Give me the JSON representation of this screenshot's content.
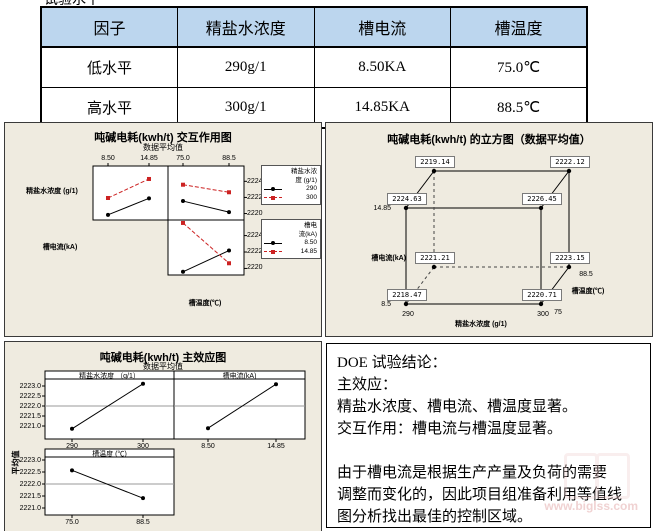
{
  "page": {
    "clipped_heading": "试验水平"
  },
  "factor_table": {
    "headers": [
      "因子",
      "精盐水浓度",
      "槽电流",
      "槽温度"
    ],
    "rows": [
      [
        "低水平",
        "290g/1",
        "8.50KA",
        "75.0℃"
      ],
      [
        "高水平",
        "300g/1",
        "14.85KA",
        "88.5℃"
      ]
    ],
    "header_bg": "#bcd6ee"
  },
  "chart_data": [
    {
      "id": "interaction",
      "type": "line",
      "title": "吨碱电耗(kwh/t)  交互作用图",
      "subtitle": "数据平均值",
      "ylim": [
        2219.2,
        2225.9
      ],
      "yticks": [
        "2224",
        "2222",
        "2220"
      ],
      "row_labels": [
        "精盐水浓度 (g/1)",
        "槽电流(kA)"
      ],
      "bottom_label": "槽温度(℃)",
      "panels": [
        {
          "row": 0,
          "col": 0,
          "xticks": [
            "8.50",
            "14.85"
          ],
          "series": [
            {
              "name": "290",
              "color": "black",
              "dashed": false,
              "values": [
                2219.84,
                2221.89
              ]
            },
            {
              "name": "300",
              "color": "red",
              "dashed": true,
              "values": [
                2221.93,
                2224.29
              ]
            }
          ]
        },
        {
          "row": 0,
          "col": 1,
          "xticks": [
            "75.0",
            "88.5"
          ],
          "series": [
            {
              "name": "290",
              "color": "black",
              "dashed": false,
              "values": [
                2221.55,
                2220.18
              ]
            },
            {
              "name": "300",
              "color": "red",
              "dashed": true,
              "values": [
                2223.58,
                2222.64
              ]
            }
          ]
        },
        {
          "row": 1,
          "col": 1,
          "xticks": [
            "75.0",
            "88.5"
          ],
          "series": [
            {
              "name": "8.50",
              "color": "black",
              "dashed": false,
              "values": [
                2219.59,
                2222.18
              ]
            },
            {
              "name": "14.85",
              "color": "red",
              "dashed": true,
              "values": [
                2225.54,
                2220.63
              ]
            }
          ]
        }
      ],
      "legends": [
        {
          "title_lines": [
            "精盐水浓",
            "度 (g/1)"
          ],
          "entries": [
            {
              "label": "290",
              "color": "black",
              "dashed": false
            },
            {
              "label": "300",
              "color": "red",
              "dashed": true
            }
          ]
        },
        {
          "title_lines": [
            "槽电",
            "流(kA)"
          ],
          "entries": [
            {
              "label": "8.50",
              "color": "black",
              "dashed": false
            },
            {
              "label": "14.85",
              "color": "red",
              "dashed": true
            }
          ]
        }
      ]
    },
    {
      "id": "cube",
      "type": "cube",
      "title": "吨碱电耗(kwh/t)  的立方图（数据平均值）",
      "corners": {
        "ftl": "2224.63",
        "ftr": "2226.45",
        "fbl": "2218.47",
        "fbr": "2220.71",
        "btl": "2219.14",
        "btr": "2222.12",
        "bbl": "2221.21",
        "bbr": "2223.15"
      },
      "axes": {
        "x": {
          "label": "精盐水浓度 (g/1)",
          "low": "290",
          "high": "300"
        },
        "y": {
          "label": "槽电流(kA)",
          "low": "8.5",
          "high": "14.85"
        },
        "z": {
          "label": "槽温度(℃)",
          "low": "75",
          "high": "88.5"
        }
      }
    },
    {
      "id": "main_effects",
      "type": "line",
      "title": "吨碱电耗(kwh/t)  主效应图",
      "subtitle": "数据平均值",
      "ylabel": "平均值",
      "yticks": [
        "2223.0",
        "2222.5",
        "2222.0",
        "2221.5",
        "2221.0"
      ],
      "mean": 2222.0,
      "panels": [
        {
          "header": "精盐水浓度 （g/1）",
          "xticks": [
            "290",
            "300"
          ],
          "values": [
            2220.86,
            2223.11
          ]
        },
        {
          "header": "槽电流(kA)",
          "xticks": [
            "8.50",
            "14.85"
          ],
          "values": [
            2220.89,
            2223.09
          ]
        },
        {
          "header": "槽温度 (℃)",
          "xticks": [
            "75.0",
            "88.5"
          ],
          "values": [
            2222.57,
            2221.41
          ]
        }
      ]
    }
  ],
  "conclusion": {
    "lines": [
      "DOE 试验结论：",
      "主效应：",
      "精盐水浓度、槽电流、槽温度显著。",
      "交互作用：槽电流与槽温度显著。",
      "",
      "由于槽电流是根据生产产量及负荷的需要",
      "调整而变化的，因此项目组准备利用等值线",
      "图分析找出最佳的控制区域。"
    ]
  },
  "watermark": {
    "url": "www.biglss.com"
  },
  "colors": {
    "accent_red": "#cc2222",
    "chart_bg": "#efebe0",
    "table_header_bg": "#bcd6ee"
  }
}
